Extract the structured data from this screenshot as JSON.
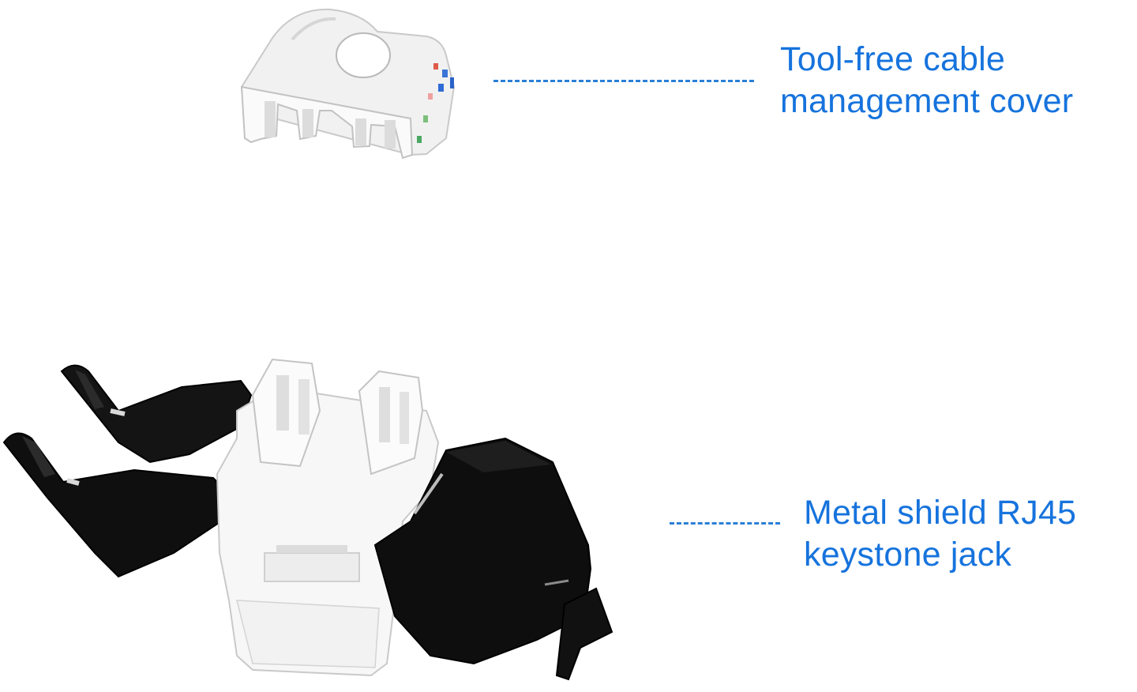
{
  "accent_color": "#1673dd",
  "callouts": [
    {
      "id": "cover",
      "lines": [
        "Tool-free cable",
        "management cover"
      ]
    },
    {
      "id": "jack",
      "lines": [
        "Metal shield RJ45",
        "keystone jack"
      ]
    }
  ],
  "illustrations": {
    "cover": "cable-management-cover-illustration",
    "jack": "shielded-keystone-jack-illustration"
  }
}
